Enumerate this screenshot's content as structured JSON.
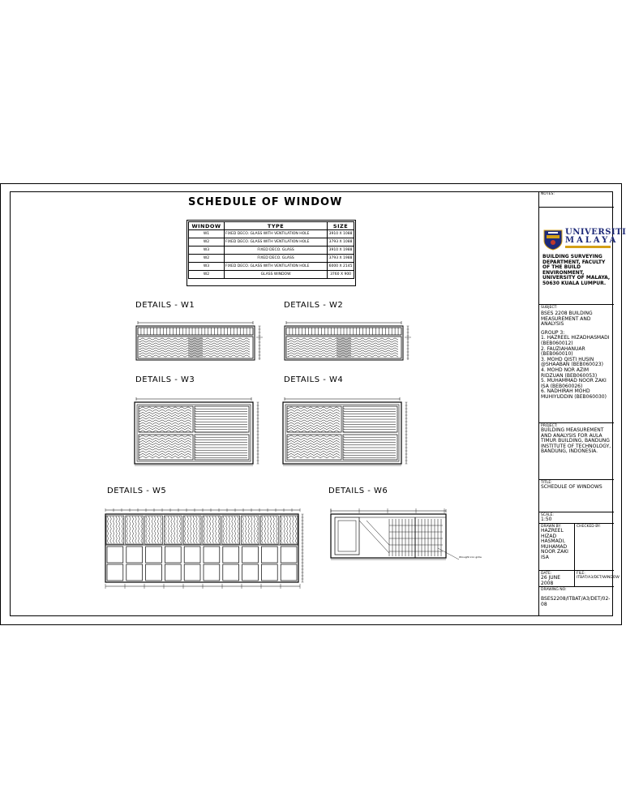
{
  "schedule": {
    "title": "SCHEDULE OF WINDOW",
    "headers": [
      "WINDOW",
      "TYPE",
      "SIZE"
    ],
    "rows": [
      [
        "W1",
        "FIXED DECO. GLASS WITH VENTILATION HOLE",
        "3910 X 1088"
      ],
      [
        "W2",
        "FIXED DECO. GLASS WITH VENTILATION HOLE",
        "3793 X 1088"
      ],
      [
        "W3",
        "FIXED DECO. GLASS",
        "3910 X 1988"
      ],
      [
        "W2",
        "FIXED DECO. GLASS",
        "3793 X 1988"
      ],
      [
        "W3",
        "FIXED DECO. GLASS WITH VENTILATION HOLE",
        "6000 X 2145"
      ],
      [
        "W2",
        "GLASS WINDOW",
        "3760 X 900"
      ]
    ]
  },
  "details": {
    "w1": "DETAILS - W1",
    "w2": "DETAILS - W2",
    "w3": "DETAILS - W3",
    "w4": "DETAILS - W4",
    "w5": "DETAILS - W5",
    "w6": "DETAILS - W6",
    "w6_note": "Wrought iron grille"
  },
  "title_block": {
    "notes_label": "NOTES:",
    "logo_line1": "UNIVERSITI",
    "logo_line2": "MALAYA",
    "department": "BUILDING SURVEYING DEPARTMENT, FACULTY OF THE BUILD ENVIRONMENT, UNIVERSITY OF MALAYA, 50630 KUALA LUMPUR.",
    "subject_label": "SUBJECT:",
    "subject": "BSES 2208 BUILDING MEASUREMENT AND ANALYSIS",
    "group": "GROUP 3:",
    "members": [
      "1. HAZREEL HIZADHASMADI (BEB060012)",
      "2. FAUZIAHANUAR (BEB060010)",
      "3. MOHD QISTI HUSIN @SHAABAN (BEB060023)",
      "4. MOHD NOR AZIM RIDZUAN (BEB060053)",
      "5. MUHAMMAD NOOR ZAKI ISA (BEB060026)",
      "6. NADHIRAH MOHD MUHIYUDDIN (BEB060030)"
    ],
    "project_label": "PROJECT:",
    "project": "BUILDING MEASUREMENT AND ANALYSIS FOR AULA TIMUR BUILDING, BANDUNG INSTITUTE OF TECHNOLOGY, BANDUNG, INDONESIA.",
    "title_label": "TITLE:",
    "title": "SCHEDULE OF WINDOWS",
    "scale_label": "SCALE:",
    "scale": "1:50",
    "drawn_label": "DRAWN BY:",
    "drawn": "HAZREEL HIZAD HASMADI, MUHAMAD NOOR ZAKI ISA",
    "checked_label": "CHECKED BY:",
    "date_label": "DATE:",
    "date": "26 JUNE 2008",
    "file_label": "FILE:",
    "file": "ITBAT/A3/DET/WINDOW",
    "drawing_no_label": "DRAWING NO:",
    "drawing_no": "BSES2208/ITBAT/A3/DET/02-08"
  }
}
